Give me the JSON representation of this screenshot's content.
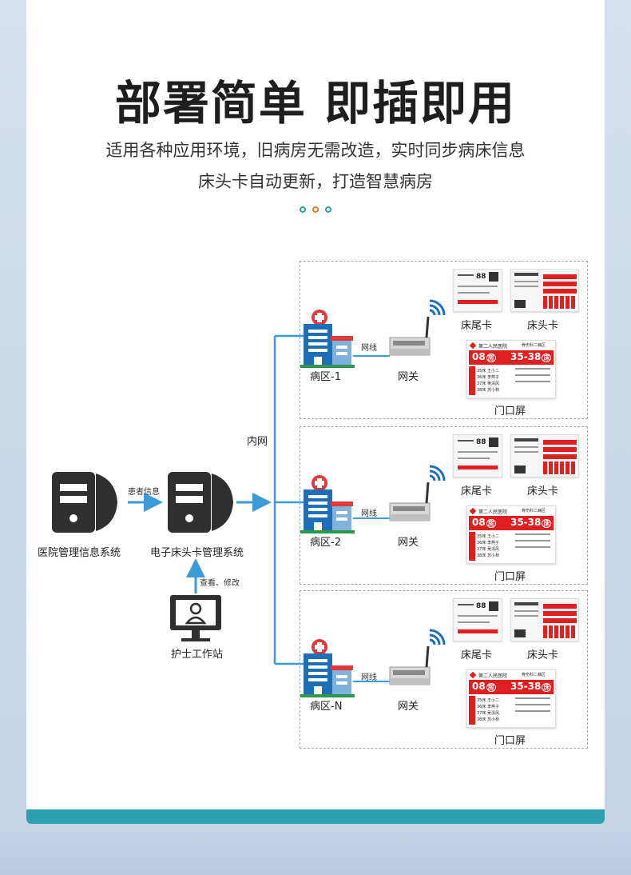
{
  "header": {
    "title": "部署简单 即插即用",
    "line1": "适用各种应用环境，旧病房无需改造，实时同步病床信息",
    "line2": "床头卡自动更新，打造智慧病房"
  },
  "colors": {
    "accent_teal": "#2e9fb0",
    "accent_orange": "#e8782d",
    "arrow_blue": "#3a9bd6",
    "screen_red": "#e02020"
  },
  "diagram": {
    "his_label": "医院管理信息系统",
    "patient_info_label": "患者信息",
    "ebed_system_label": "电子床头卡管理系统",
    "query_label": "查看、修改",
    "nurse_label": "护士工作站",
    "intranet_label": "内网",
    "zones": [
      {
        "ward": "病区-1",
        "cable": "网线",
        "gateway": "网关",
        "tail_card": "床尾卡",
        "head_card": "床头卡",
        "door_screen": "门口屏"
      },
      {
        "ward": "病区-2",
        "cable": "网线",
        "gateway": "网关",
        "tail_card": "床尾卡",
        "head_card": "床头卡",
        "door_screen": "门口屏"
      },
      {
        "ward": "病区-N",
        "cable": "网线",
        "gateway": "网关",
        "tail_card": "床尾卡",
        "head_card": "床头卡",
        "door_screen": "门口屏"
      }
    ],
    "door_screen_content": {
      "hospital": "第二人民医院",
      "dept": "骨伤科二病区",
      "room": "08",
      "room_unit": "房",
      "beds": "35-38",
      "bed_unit": "床",
      "rows": [
        {
          "bed": "35床",
          "name": "王小二"
        },
        {
          "bed": "36床",
          "name": "李燕子"
        },
        {
          "bed": "37床",
          "name": "吴清风"
        },
        {
          "bed": "38床",
          "name": "苏小林"
        }
      ]
    },
    "tail_card_number": "88"
  }
}
